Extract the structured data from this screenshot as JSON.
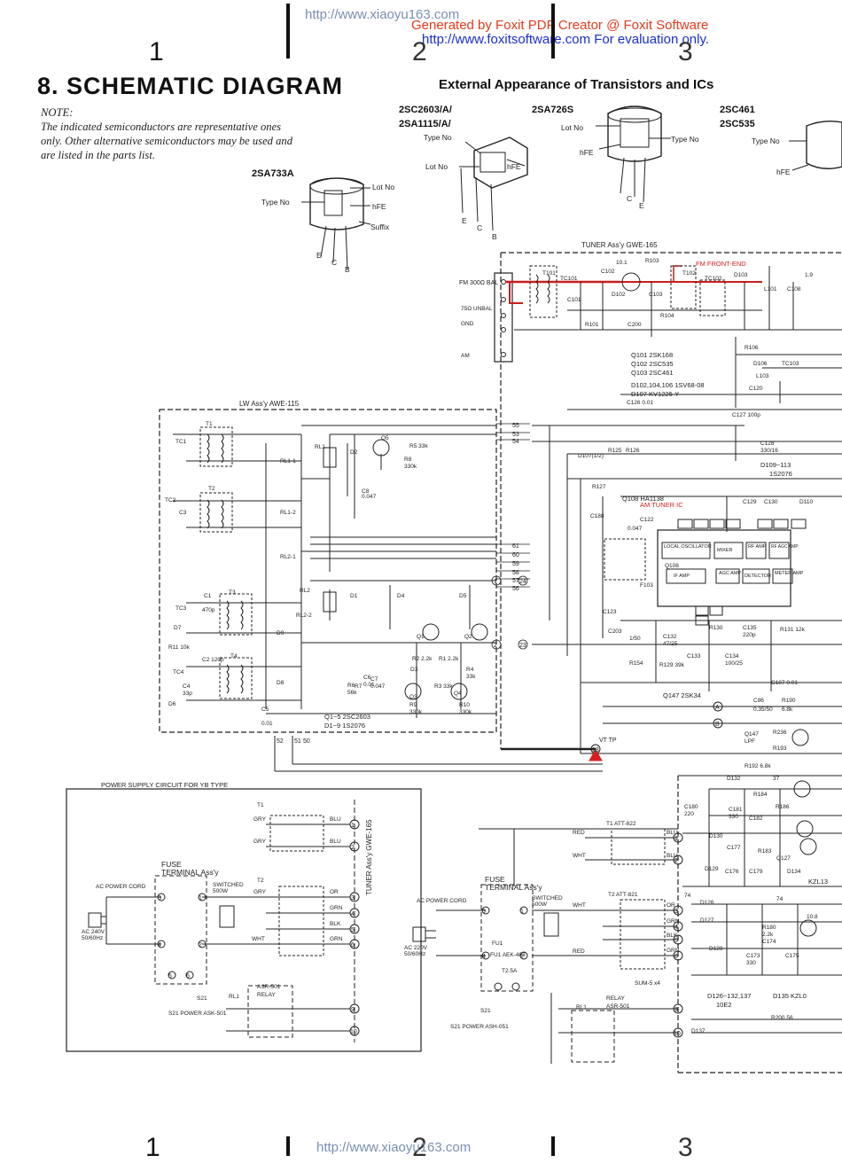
{
  "watermark": {
    "top_url": "http://www.xiaoyu163.com",
    "generated_line": "Generated by Foxit PDF Creator @ Foxit Software",
    "foxit_line": "http://www.foxitsoftware.com   For evaluation only.",
    "bottom_url": "http://www.xiaoyu163.com"
  },
  "columns": {
    "c1": "1",
    "c2": "2",
    "c3": "3"
  },
  "header": {
    "title": "8. SCHEMATIC DIAGRAM",
    "subtitle": "External Appearance of Transistors and ICs"
  },
  "note": {
    "label": "NOTE:",
    "text1": "The indicated semiconductors are representative ones",
    "text2": "only. Other alternative semiconductors may be used and",
    "text3": "are listed in the parts list."
  },
  "transistors": {
    "t1": "2SA733A",
    "t2a": "2SC2603/A/",
    "t2b": "2SA1115/A/",
    "t3": "2SA726S",
    "t4a": "2SC461",
    "t4b": "2SC535",
    "lot_no": "Lot No",
    "type_no": "Type No",
    "hfe": "hFE",
    "suffix": "Suffix",
    "pin_e": "E",
    "pin_c": "C",
    "pin_b": "B"
  },
  "blocks": {
    "tuner": "TUNER Ass'y   GWE-165",
    "fm_front": "FM FRONT-END",
    "am_ic": "AM TUNER IC",
    "lw": "LW   Ass'y    AWE-115",
    "psu_title": "POWER SUPPLY CIRCUIT FOR  YB TYPE",
    "fuse1": "FUSE",
    "fuse2": "TERMINAL Ass'y",
    "tuner_side": "TUNER Ass'y  GWE-165",
    "ac_cord": "AC POWER CORD",
    "ac_240": "AC 240V 50/60Hz",
    "ac_220": "AC 220V 50/60Hz",
    "switched": "SWITCHED 500W",
    "relay": "RELAY",
    "power_sw": "S21 POWER ASK-501",
    "vt_tp": "VT TP",
    "q147": "Q147  2SK34",
    "q108": "Q108  HA1138",
    "trans_list1": "Q101  2SK168",
    "trans_list2": "Q102  2SC535",
    "trans_list3": "Q103  2SC461",
    "diode_list1": "D102,104,106  1SV68-08",
    "diode_list2": "D107  KV1226-Y",
    "ql": "Q1~5  2SC2603",
    "dl": "D1~9  1S2076",
    "d109": "D109~113",
    "d109b": "1S2076",
    "d126": "D126~132,137",
    "d126b": "10E2",
    "d135": "D135 KZL0",
    "kzl": "KZL13",
    "att822": "T1   ATT-822",
    "att821": "T2   ATT-821",
    "aek": "FU1 AEK-403",
    "t25a": "T2.5A",
    "asr": "RELAY ASR-501",
    "ask": "S21 POWER ASH-051",
    "sum": "SUM-5 x4",
    "local_osc": "LOCAL OSCILLATOR",
    "mixer": "MIXER",
    "rf_amp": "RF AMP",
    "rf_agc": "RF AGC AMP",
    "if_amp": "IF AMP",
    "agc_amp": "AGC AMP",
    "detector": "DETECTOR",
    "meter_amp": "METER AMP",
    "fm_in": "FM 300Ω BAL",
    "fm75": "75Ω UNBAL",
    "gnd": "GND",
    "am": "AM"
  },
  "wires": {
    "gry": "GRY",
    "blu": "BLU",
    "or": "OR",
    "grn": "GRN",
    "blk": "BLK",
    "wht": "WHT",
    "red": "RED"
  }
}
